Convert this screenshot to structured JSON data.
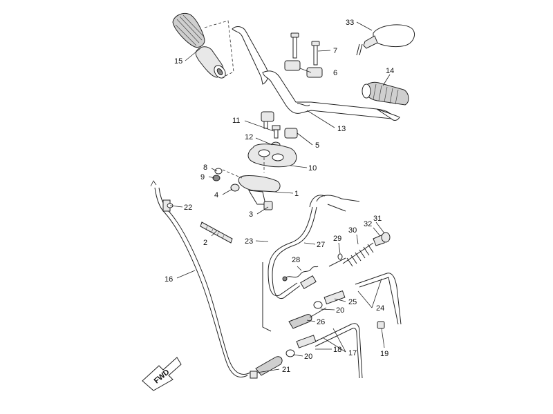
{
  "labels": {
    "p1": "1",
    "p2": "2",
    "p3": "3",
    "p4": "4",
    "p5": "5",
    "p6": "6",
    "p7": "7",
    "p8": "8",
    "p9": "9",
    "p10": "10",
    "p11": "11",
    "p12": "12",
    "p13": "13",
    "p14": "14",
    "p15": "15",
    "p16": "16",
    "p17": "17",
    "p18": "18",
    "p19": "19",
    "p20a": "20",
    "p20b": "20",
    "p21": "21",
    "p22": "22",
    "p23": "23",
    "p24": "24",
    "p25": "25",
    "p26": "26",
    "p27": "27",
    "p28": "28",
    "p29": "29",
    "p30": "30",
    "p31": "31",
    "p32": "32",
    "p33": "33"
  },
  "fwd_text": "FWD"
}
